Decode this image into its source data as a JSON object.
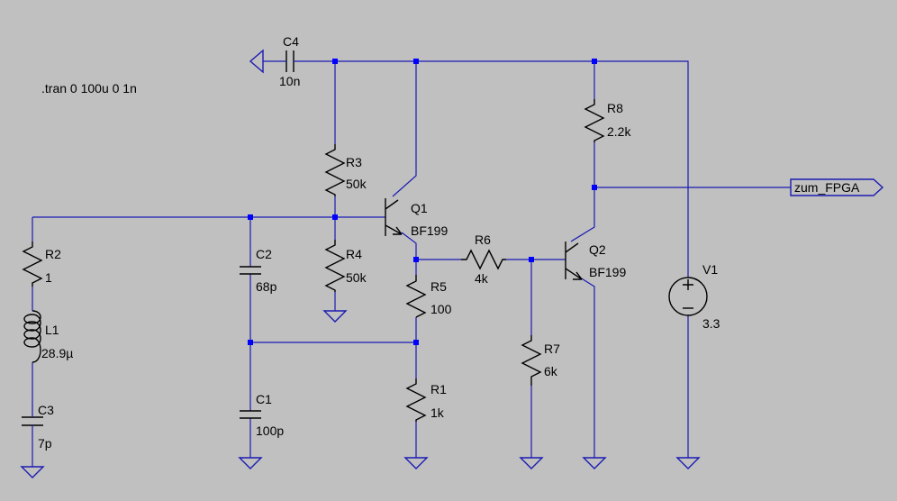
{
  "directive": ".tran 0 100u 0 1n",
  "components": {
    "C4": {
      "name": "C4",
      "value": "10n"
    },
    "R3": {
      "name": "R3",
      "value": "50k"
    },
    "R4": {
      "name": "R4",
      "value": "50k"
    },
    "Q1": {
      "name": "Q1",
      "value": "BF199"
    },
    "R6": {
      "name": "R6",
      "value": "4k"
    },
    "R5": {
      "name": "R5",
      "value": "100"
    },
    "R1": {
      "name": "R1",
      "value": "1k"
    },
    "R2": {
      "name": "R2",
      "value": "1"
    },
    "L1": {
      "name": "L1",
      "value": "28.9µ"
    },
    "C3": {
      "name": "C3",
      "value": "7p"
    },
    "C2": {
      "name": "C2",
      "value": "68p"
    },
    "C1": {
      "name": "C1",
      "value": "100p"
    },
    "Q2": {
      "name": "Q2",
      "value": "BF199"
    },
    "R7": {
      "name": "R7",
      "value": "6k"
    },
    "R8": {
      "name": "R8",
      "value": "2.2k"
    },
    "V1": {
      "name": "V1",
      "value": "3.3"
    }
  },
  "net_label": "zum_FPGA",
  "colors": {
    "background": "#c0c0c0",
    "wire": "#1b1bb3",
    "component": "#000000",
    "node": "#0000ff"
  }
}
